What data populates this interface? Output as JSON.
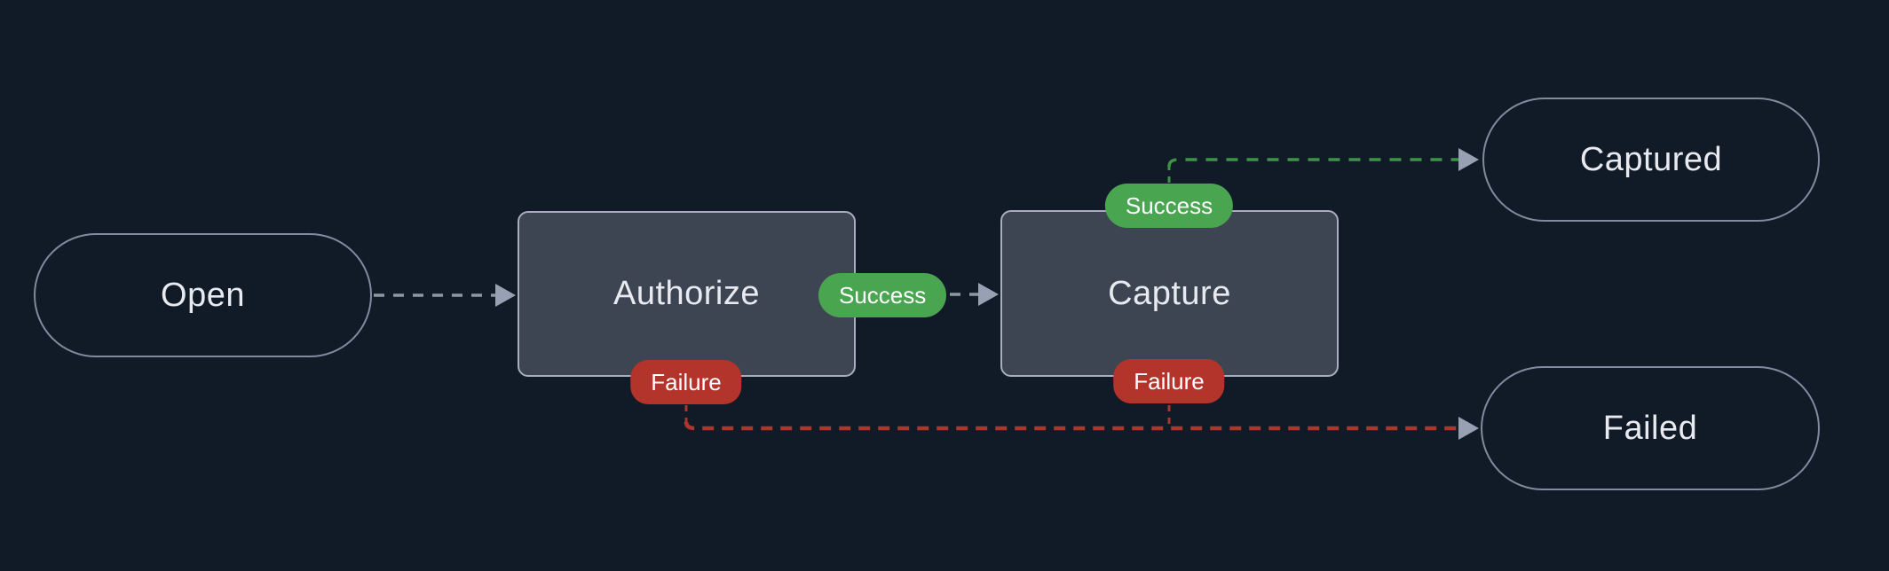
{
  "nodes": {
    "open": {
      "label": "Open"
    },
    "authorize": {
      "label": "Authorize"
    },
    "capture": {
      "label": "Capture"
    },
    "captured": {
      "label": "Captured"
    },
    "failed": {
      "label": "Failed"
    }
  },
  "badges": {
    "authorize_success": {
      "label": "Success"
    },
    "capture_success": {
      "label": "Success"
    },
    "authorize_failure": {
      "label": "Failure"
    },
    "capture_failure": {
      "label": "Failure"
    }
  },
  "edges": [
    {
      "from": "open",
      "to": "authorize",
      "condition": ""
    },
    {
      "from": "authorize",
      "to": "capture",
      "condition": "Success"
    },
    {
      "from": "capture",
      "to": "captured",
      "condition": "Success"
    },
    {
      "from": "authorize",
      "to": "failed",
      "condition": "Failure"
    },
    {
      "from": "capture",
      "to": "failed",
      "condition": "Failure"
    }
  ],
  "colors": {
    "background": "#111a27",
    "node_fill": "#3e4552",
    "node_border": "#a8aebf",
    "pill_border": "#828aa0",
    "label_text": "#e8eaf0",
    "badge_text": "#ffffff",
    "success_green": "#4aa551",
    "failure_red": "#b2342b",
    "edge_gray": "#8f96a4",
    "edge_green": "#3e9348",
    "edge_red": "#ac352e",
    "arrowhead": "#98a0b4"
  }
}
